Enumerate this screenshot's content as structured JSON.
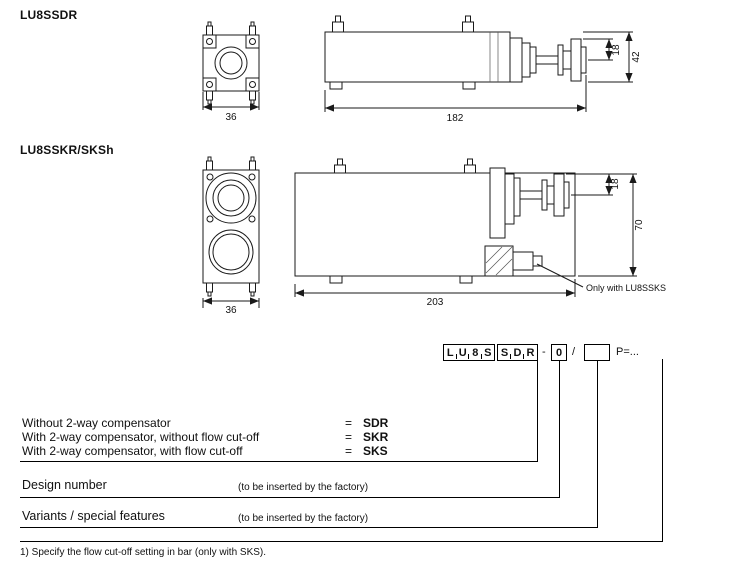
{
  "drawing1": {
    "title": "LU8SSDR",
    "dim_width": "36",
    "dim_length": "182",
    "dim_stem": "18",
    "dim_height": "42"
  },
  "drawing2": {
    "title": "LU8SSKR/SKSh",
    "dim_width": "36",
    "dim_length": "203",
    "dim_stem": "18",
    "dim_height": "70",
    "callout": "Only with LU8SSKS"
  },
  "ordering_code": {
    "box1": [
      "L",
      "U",
      "8",
      "S"
    ],
    "box2": [
      "S",
      "D",
      "R"
    ],
    "separator_dash": "-",
    "box3": "0",
    "separator_slash": "/",
    "box4": "",
    "suffix": "P=...",
    "variant_rows": [
      {
        "label": "Without 2-way compensator",
        "equals": "=",
        "code": "SDR"
      },
      {
        "label": "With 2-way compensator, without flow cut-off",
        "equals": "=",
        "code": "SKR"
      },
      {
        "label": "With 2-way compensator, with flow cut-off",
        "equals": "=",
        "code": "SKS"
      }
    ],
    "design_number_label": "Design number",
    "design_number_note": "(to be inserted by the factory)",
    "variants_label": "Variants / special features",
    "variants_note": "(to be inserted by the factory)"
  },
  "footnote": "1) Specify the flow cut-off setting in bar (only with SKS)."
}
